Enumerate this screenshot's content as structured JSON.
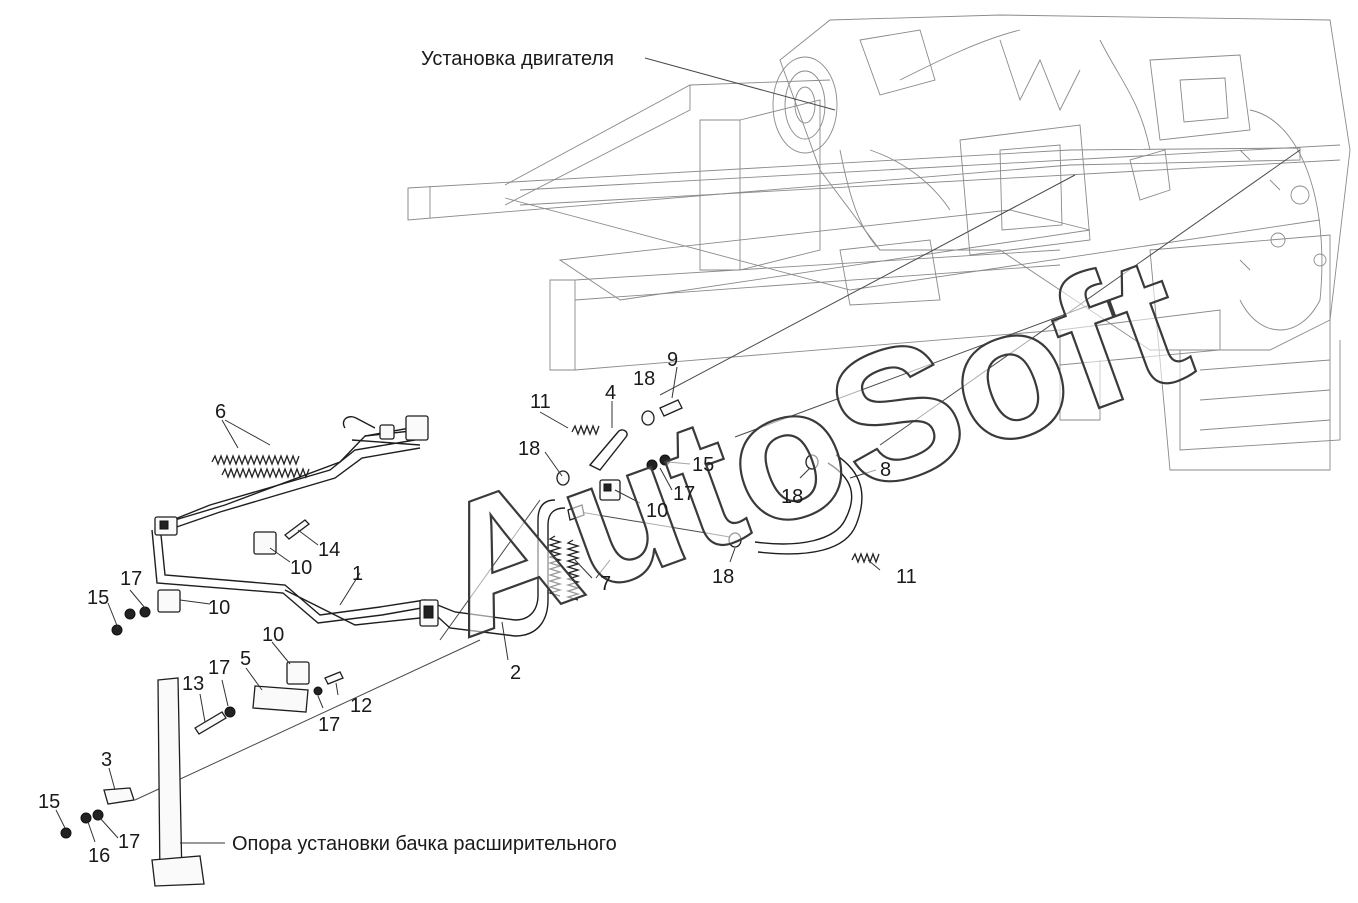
{
  "captions": {
    "engine_install": "Установка двигателя",
    "tank_support": "Опора установки бачка расширительного"
  },
  "watermark": "AutoSoft",
  "labels": {
    "l1": "1",
    "l2": "2",
    "l3": "3",
    "l4": "4",
    "l5": "5",
    "l6": "6",
    "l7": "7",
    "l8": "8",
    "l9": "9",
    "l10a": "10",
    "l10b": "10",
    "l10c": "10",
    "l10d": "10",
    "l11a": "11",
    "l11b": "11",
    "l12": "12",
    "l13": "13",
    "l14": "14",
    "l15a": "15",
    "l15b": "15",
    "l15c": "15",
    "l16": "16",
    "l17a": "17",
    "l17b": "17",
    "l17c": "17",
    "l17d": "17",
    "l17e": "17",
    "l18a": "18",
    "l18b": "18",
    "l18c": "18",
    "l18d": "18"
  }
}
